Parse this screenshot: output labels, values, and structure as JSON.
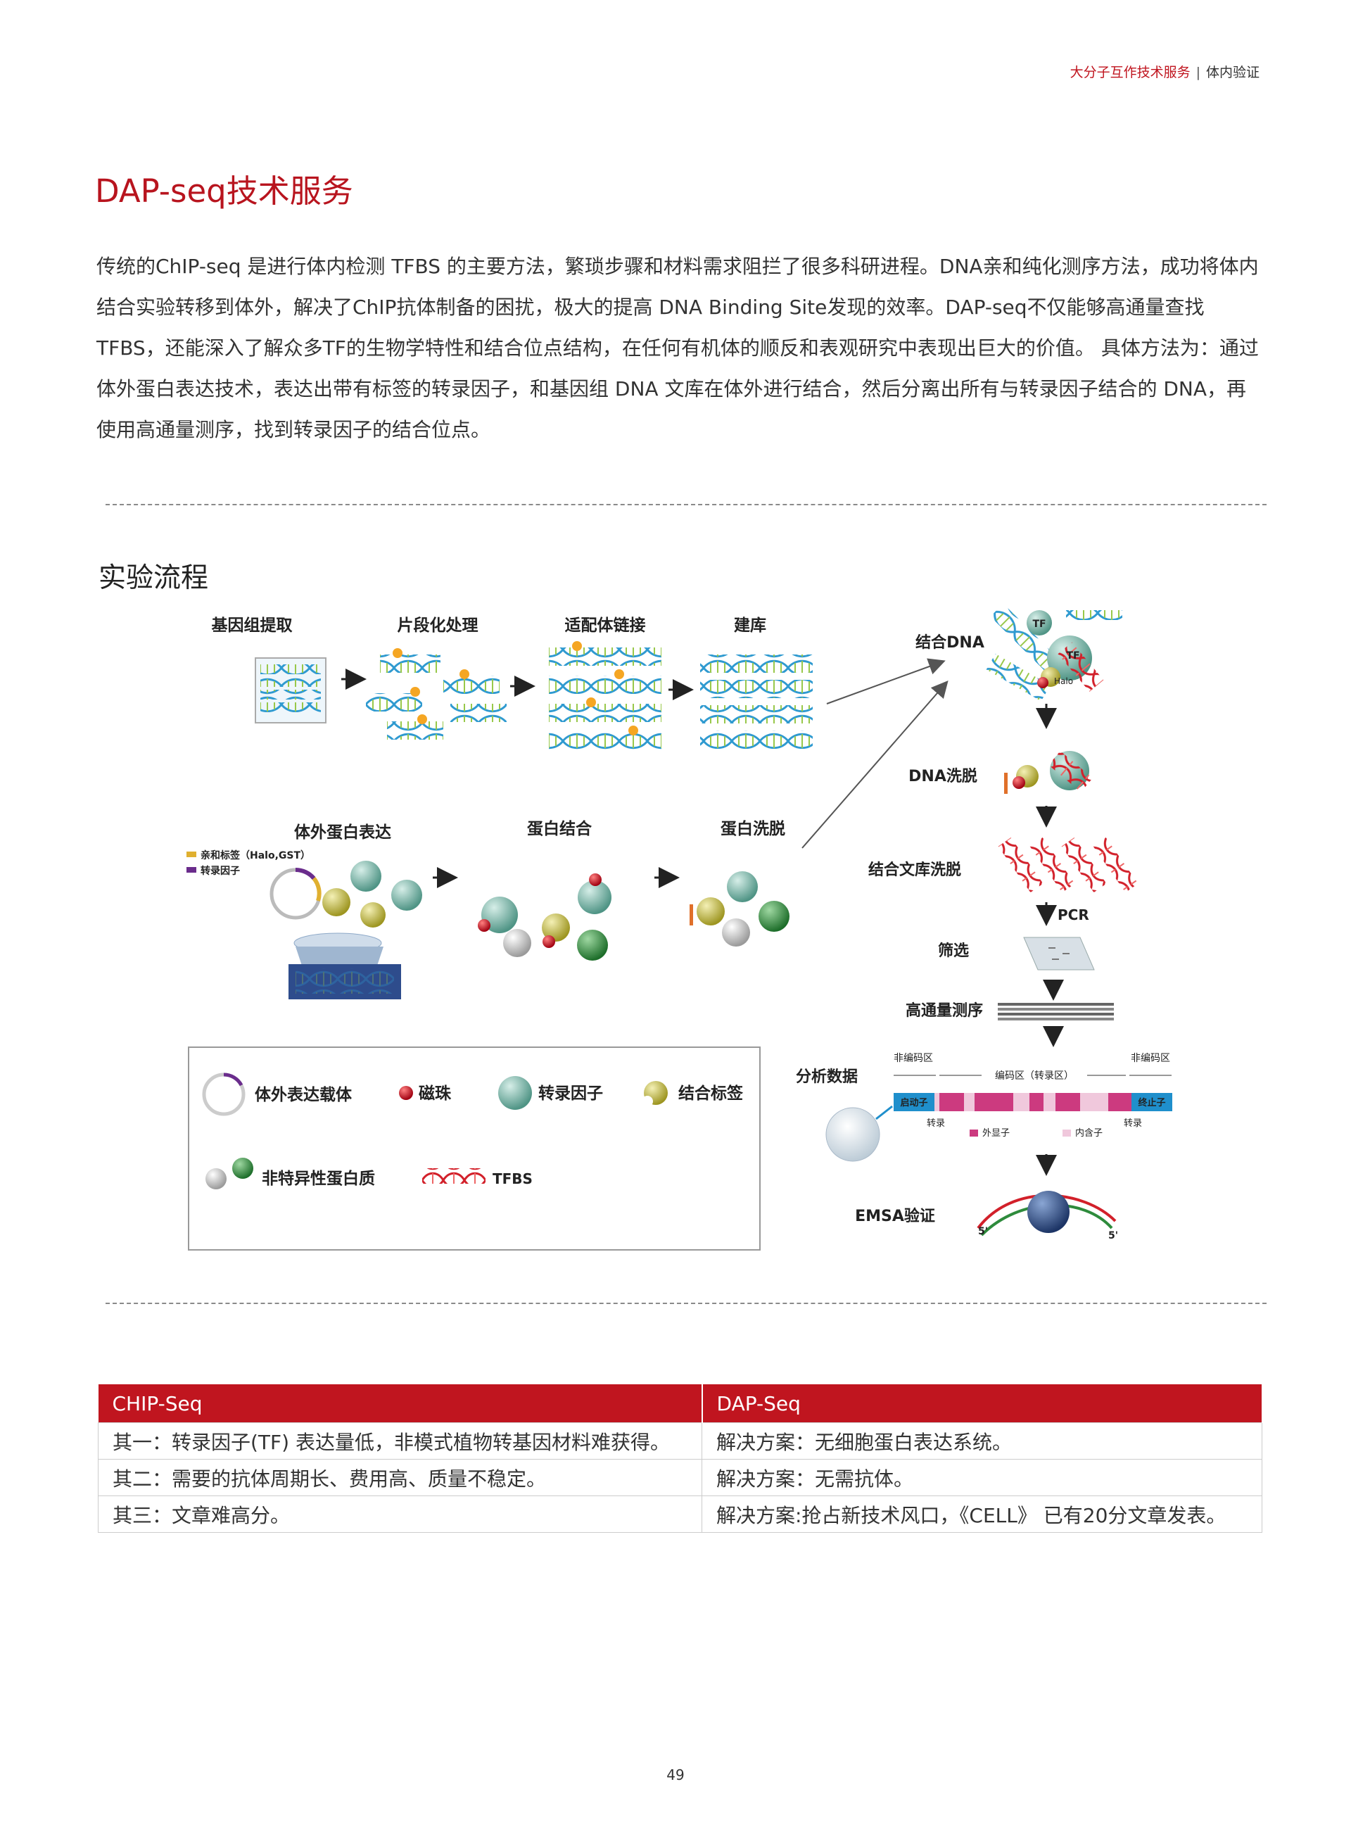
{
  "header": {
    "section": "大分子互作技术服务",
    "divider": "|",
    "subsection": "体内验证"
  },
  "title": "DAP-seq技术服务",
  "intro": "传统的ChIP-seq 是进行体内检测 TFBS 的主要方法，繁琐步骤和材料需求阻拦了很多科研进程。DNA亲和纯化测序方法，成功将体内结合实验转移到体外，解决了ChIP抗体制备的困扰，极大的提高 DNA Binding Site发现的效率。DAP-seq不仅能够高通量查找TFBS，还能深入了解众多TF的生物学特性和结合位点结构，在任何有机体的顺反和表观研究中表现出巨大的价值。 具体方法为：通过体外蛋白表达技术，表达出带有标签的转录因子，和基因组 DNA 文库在体外进行结合，然后分离出所有与转录因子结合的 DNA，再使用高通量测序，找到转录因子的结合位点。",
  "workflow": {
    "title": "实验流程",
    "top_steps": [
      "基因组提取",
      "片段化处理",
      "适配体链接",
      "建库"
    ],
    "protein_steps": [
      "体外蛋白表达",
      "蛋白结合",
      "蛋白洗脱"
    ],
    "tag_legend": [
      "亲和标签（Halo,GST）",
      "转录因子"
    ],
    "right_steps": [
      "结合DNA",
      "DNA洗脱",
      "结合文库洗脱",
      "筛选",
      "高通量测序",
      "分析数据",
      "EMSA验证"
    ],
    "pcr_label": "PCR",
    "tf_label": "TF",
    "halo_label": "Halo",
    "gene_model": {
      "noncoding_left": "非编码区",
      "noncoding_right": "非编码区",
      "coding": "编码区（转录区）",
      "promoter": "启动子",
      "terminator": "终止子",
      "transcription_left": "转录",
      "transcription_right": "转录",
      "exon": "外显子",
      "intron": "内含子"
    },
    "emsa_5prime_left": "5'",
    "emsa_5prime_right": "5'",
    "legend": {
      "vector": "体外表达载体",
      "bead": "磁珠",
      "tf": "转录因子",
      "tag": "结合标签",
      "nonspecific": "非特异性蛋白质",
      "tfbs": "TFBS"
    },
    "colors": {
      "red": "#c0151f",
      "teal": "#5fa899",
      "olive": "#b3ab2c",
      "green": "#2e8b3c",
      "pink": "#cc3a7f",
      "blue": "#1f8fcc"
    }
  },
  "table": {
    "headers": [
      "CHIP-Seq",
      "DAP-Seq"
    ],
    "rows": [
      [
        "其一：转录因子(TF) 表达量低，非模式植物转基因材料难获得。",
        "解决方案：无细胞蛋白表达系统。"
      ],
      [
        "其二：需要的抗体周期长、费用高、质量不稳定。",
        "解决方案：无需抗体。"
      ],
      [
        "其三：文章难高分。",
        " 解决方案:抢占新技术风口，《CELL》 已有20分文章发表。"
      ]
    ]
  },
  "page_number": "49"
}
